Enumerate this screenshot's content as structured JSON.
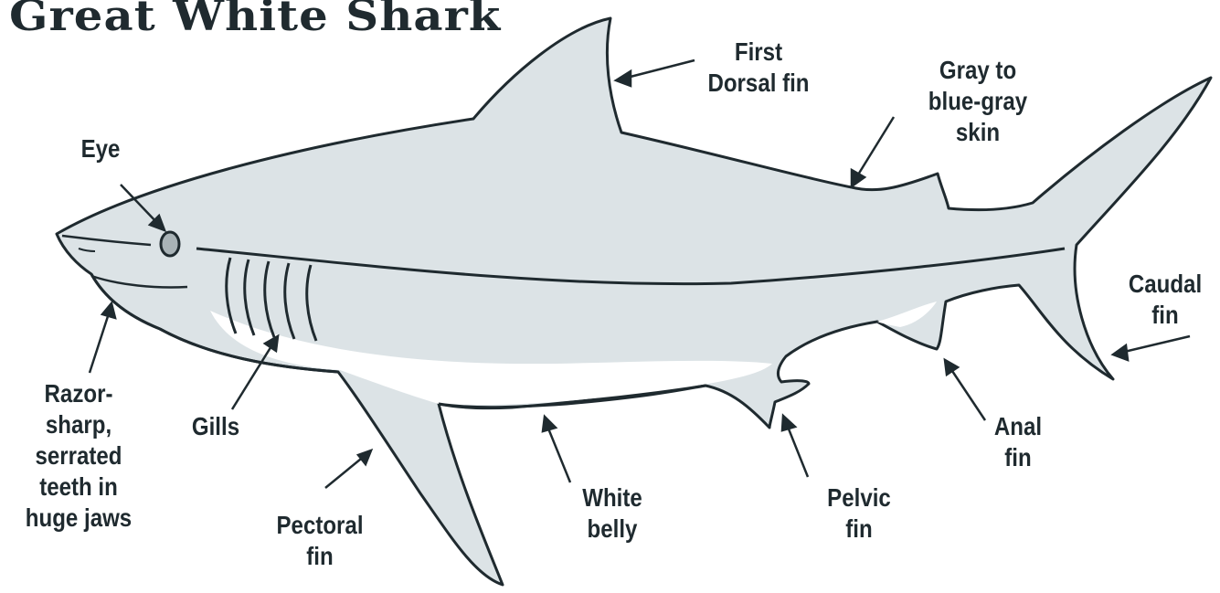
{
  "title": "Great White Shark",
  "colors": {
    "body": "#dce3e6",
    "belly": "#ffffff",
    "outline": "#1f2a2f",
    "ink": "#1f2a2f"
  },
  "labels": {
    "first_dorsal_fin": "First\nDorsal fin",
    "skin": "Gray to\nblue-gray\nskin",
    "eye": "Eye",
    "caudal_fin": "Caudal\nfin",
    "razor_teeth": "Razor-\nsharp,\nserrated\nteeth in\nhuge jaws",
    "gills": "Gills",
    "anal_fin": "Anal\nfin",
    "white_belly": "White\nbelly",
    "pelvic_fin": "Pelvic\nfin",
    "pectoral_fin": "Pectoral\nfin"
  }
}
